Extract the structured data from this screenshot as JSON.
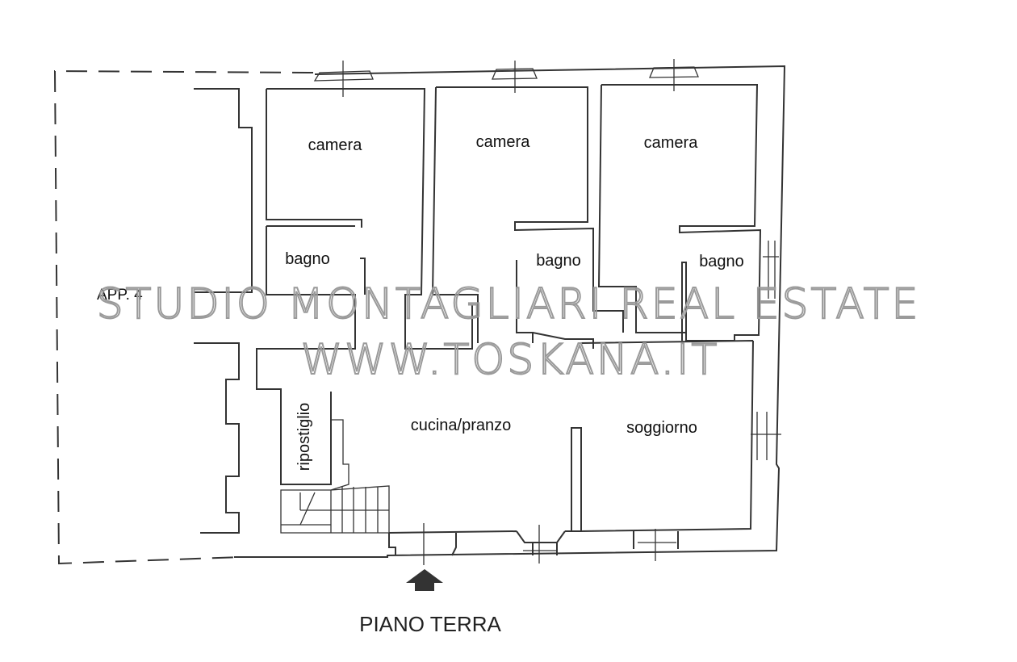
{
  "rooms": {
    "camera_1": "camera",
    "camera_2": "camera",
    "camera_3": "camera",
    "bagno_1": "bagno",
    "bagno_2": "bagno",
    "bagno_3": "bagno",
    "ripostiglio": "ripostiglio",
    "cucina": "cucina/pranzo",
    "soggiorno": "soggiorno",
    "app4": "APP. 4"
  },
  "watermark": {
    "line1": "STUDIO MONTAGLIARI REAL ESTATE",
    "line2": "WWW.TOSKANA.IT"
  },
  "floor_title": "PIANO TERRA"
}
